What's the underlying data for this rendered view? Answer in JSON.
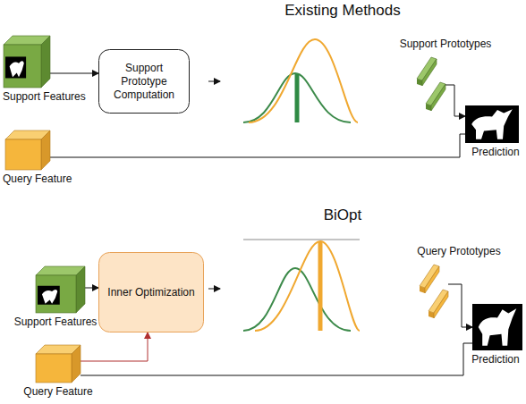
{
  "diagram": {
    "nodes": [
      {
        "text": [
          "Support Features"
        ]
      },
      {
        "text": [
          "Query Feature"
        ]
      },
      {
        "text": [
          "Support Prototype Computation"
        ]
      },
      {
        "text": [
          "Support Prototypes"
        ]
      },
      {
        "text": [
          "Prediction"
        ]
      },
      {
        "text": [
          "Support Features"
        ]
      },
      {
        "text": [
          "Query Feature"
        ]
      },
      {
        "text": [
          "Inner Optimization"
        ]
      },
      {
        "text": [
          "Query Prototypes"
        ]
      },
      {
        "text": [
          "Prediction"
        ]
      }
    ],
    "edges": [
      {
        "from": 0,
        "to": 2,
        "arrow": "to"
      },
      {
        "from": 1,
        "to": 4,
        "arrow": "none"
      },
      {
        "from": 3,
        "to": 4,
        "arrow": "to"
      },
      {
        "from": 5,
        "to": 7,
        "arrow": "to"
      },
      {
        "from": 6,
        "to": 7,
        "arrow": "to"
      },
      {
        "from": 6,
        "to": 9,
        "arrow": "none"
      },
      {
        "from": 8,
        "to": 9,
        "arrow": "to"
      }
    ],
    "labels": [
      "Existing Methods",
      "BiOpt"
    ]
  }
}
